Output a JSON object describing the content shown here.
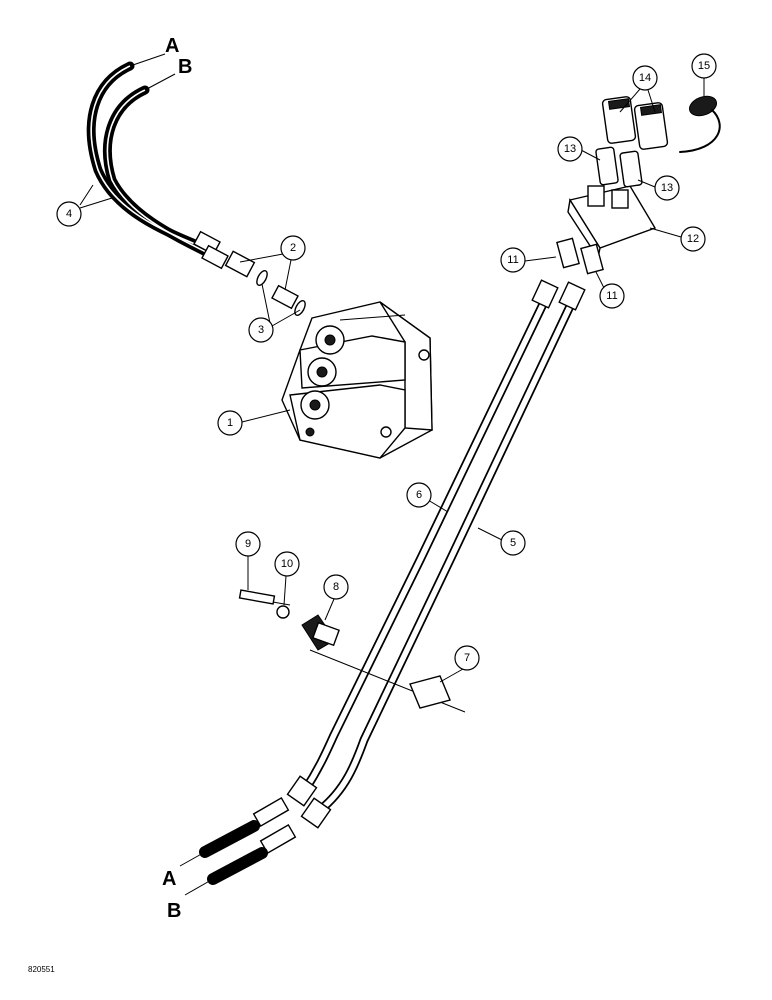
{
  "figure_id": "820551",
  "end_labels": {
    "top_a": "A",
    "top_b": "B",
    "bottom_a": "A",
    "bottom_b": "B"
  },
  "callouts": {
    "c1": "1",
    "c2": "2",
    "c3": "3",
    "c4": "4",
    "c5": "5",
    "c6": "6",
    "c7": "7",
    "c8": "8",
    "c9": "9",
    "c10": "10",
    "c11a": "11",
    "c11b": "11",
    "c12": "12",
    "c13a": "13",
    "c13b": "13",
    "c14": "14",
    "c15": "15"
  }
}
